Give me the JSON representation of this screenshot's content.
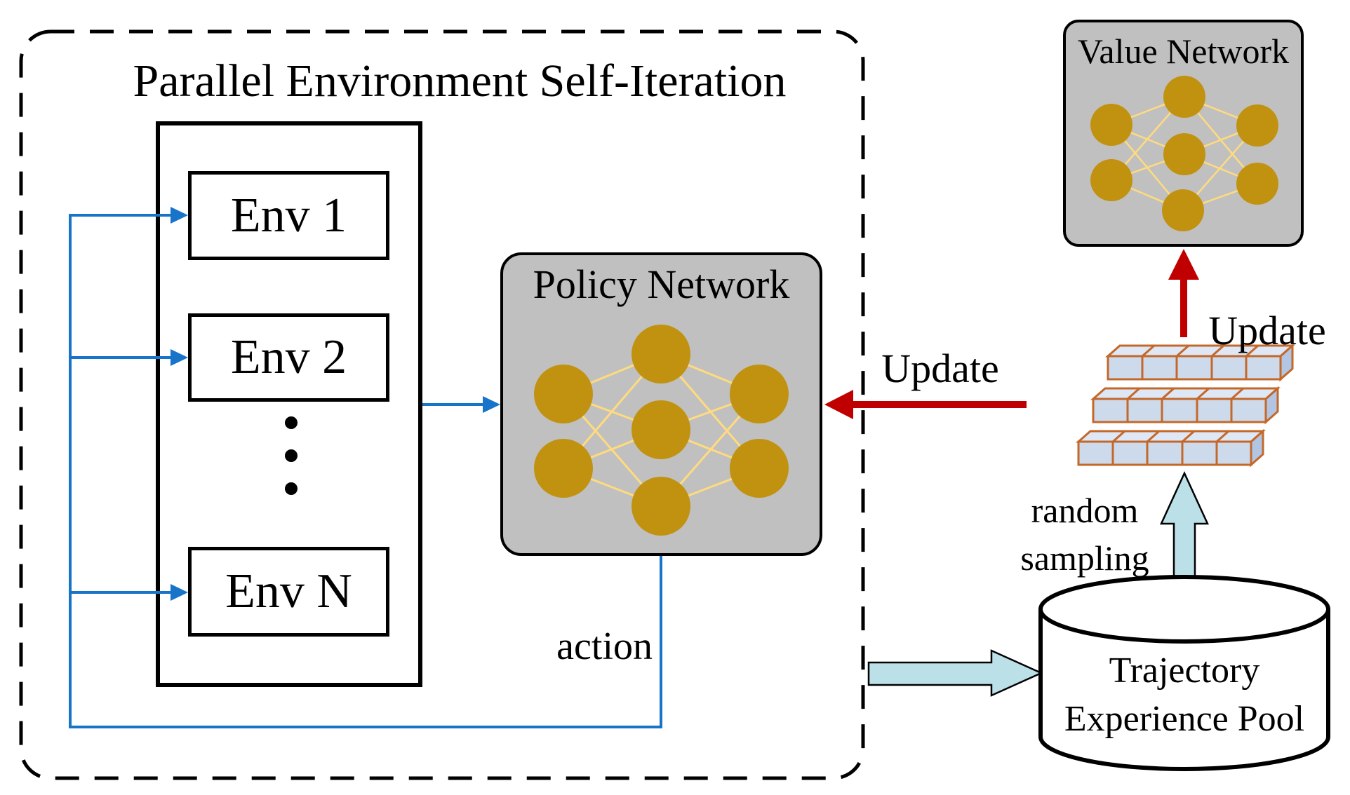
{
  "parallel_env": {
    "title": "Parallel Environment Self-Iteration",
    "envs": [
      {
        "label": "Env 1"
      },
      {
        "label": "Env 2"
      },
      {
        "label": "Env N"
      }
    ]
  },
  "policy_network": {
    "title": "Policy Network"
  },
  "value_network": {
    "title": "Value Network"
  },
  "labels": {
    "action": "action",
    "update_policy": "Update",
    "update_value": "Update",
    "random_sampling_line1": "random",
    "random_sampling_line2": "sampling"
  },
  "trajectory_pool": {
    "line1": "Trajectory",
    "line2": "Experience Pool"
  },
  "colors": {
    "blue_arrow": "#1874C8",
    "red_arrow": "#C00000",
    "node_gold": "#C19210",
    "node_link_yellow": "#FFDB7E",
    "network_box_gray": "#C0C0C0",
    "teal_arrow_fill": "#BCE0E8",
    "cube_front": "#CCDAEC",
    "cube_top": "#DEE7F5",
    "cube_side": "#B2C6E4",
    "cube_border": "#C4682A"
  }
}
